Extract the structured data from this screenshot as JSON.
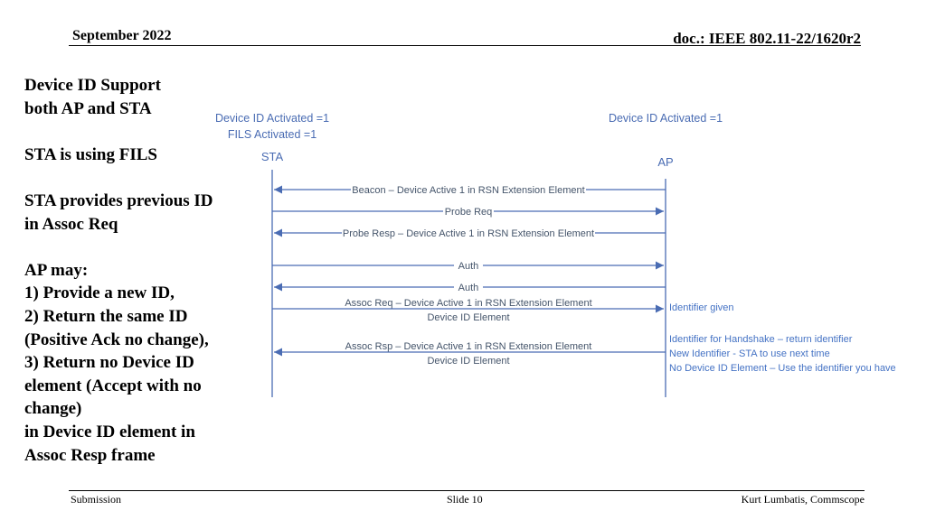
{
  "header": {
    "date": "September 2022",
    "doc": "doc.: IEEE 802.11-22/1620r2"
  },
  "footer": {
    "left": "Submission",
    "center": "Slide 10",
    "right": "Kurt Lumbatis, Commscope"
  },
  "left_text": [
    "Device ID Support",
    "both AP and STA",
    "",
    "STA is using FILS",
    "",
    "STA provides previous ID",
    "in Assoc Req",
    "",
    "AP may:",
    "1) Provide a new ID,",
    "2) Return the same ID",
    "(Positive Ack no change),",
    "3) Return no Device ID",
    "element (Accept with no",
    "change)",
    "in Device ID element in",
    "Assoc Resp frame"
  ],
  "diagram": {
    "sta": {
      "label": "STA",
      "annotations": [
        "Device ID Activated =1",
        "FILS Activated =1"
      ]
    },
    "ap": {
      "label": "AP",
      "annotations": [
        "Device ID Activated =1"
      ]
    },
    "messages": [
      {
        "lines": [
          "Beacon – Device Active 1 in RSN Extension Element"
        ],
        "direction": "ap-to-sta"
      },
      {
        "lines": [
          "Probe Req"
        ],
        "direction": "sta-to-ap"
      },
      {
        "lines": [
          "Probe Resp – Device Active 1 in RSN Extension Element"
        ],
        "direction": "ap-to-sta"
      },
      {
        "lines": [
          "Auth"
        ],
        "direction": "sta-to-ap"
      },
      {
        "lines": [
          "Auth"
        ],
        "direction": "ap-to-sta"
      },
      {
        "lines": [
          "Assoc Req – Device Active 1 in RSN Extension Element",
          "Device ID Element"
        ],
        "direction": "sta-to-ap"
      },
      {
        "lines": [
          "Assoc Rsp – Device Active 1 in RSN Extension Element",
          "Device ID Element"
        ],
        "direction": "ap-to-sta"
      }
    ],
    "ap_notes": [
      "Identifier given",
      "Identifier for Handshake – return identifier",
      "New Identifier  - STA to use next time",
      "No Device ID Element – Use the identifier you have"
    ]
  }
}
